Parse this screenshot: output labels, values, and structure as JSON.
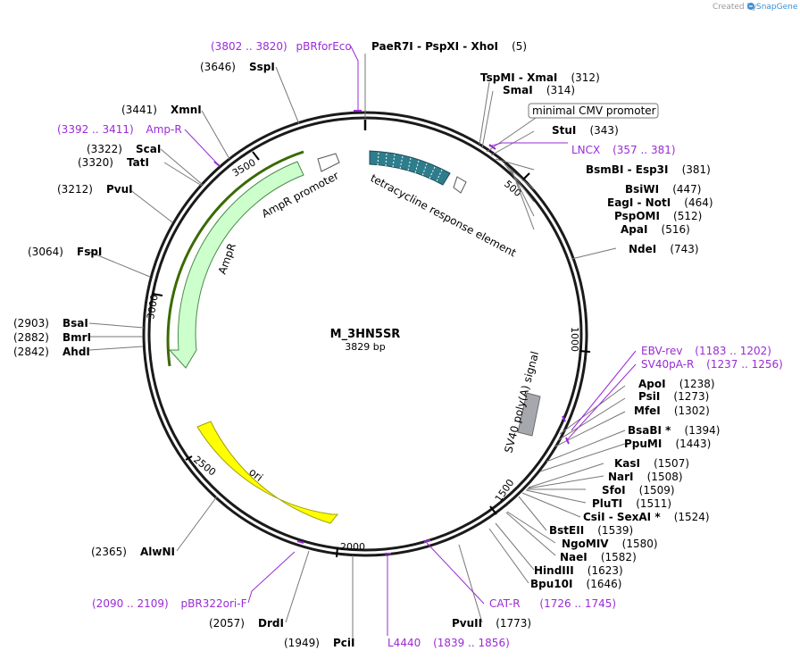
{
  "credit": {
    "prefix": "Created by",
    "brand": "SnapGene"
  },
  "plasmid": {
    "name": "M_3HN5SR",
    "length_label": "3829 bp"
  },
  "colors": {
    "backbone": "#1a1a1a",
    "primer": "#9a2bd6",
    "amp": "#ccffcc",
    "ori": "#ffff00",
    "tre": "#2e7d8c",
    "polyA": "#a6a8ad",
    "arrow_amp": "#4a7a00"
  },
  "ticks": [
    {
      "label": "500"
    },
    {
      "label": "1000"
    },
    {
      "label": "1500"
    },
    {
      "label": "2000"
    },
    {
      "label": "2500"
    },
    {
      "label": "3000"
    },
    {
      "label": "3500"
    }
  ],
  "features": {
    "tre": "tetracycline response element",
    "cmv": "minimal CMV promoter",
    "polyA": "SV40 poly(A) signal",
    "ori": "ori",
    "ampr": "AmpR",
    "ampr_promoter": "AmpR promoter"
  },
  "sites": [
    {
      "name": "PaeR7I  -  PspXI  -  XhoI",
      "pos": "(5)"
    },
    {
      "name": "TspMI  -  XmaI",
      "pos": "(312)"
    },
    {
      "name": "SmaI",
      "pos": "(314)"
    },
    {
      "name": "StuI",
      "pos": "(343)"
    },
    {
      "name": "BsmBI  -  Esp3I",
      "pos": "(381)"
    },
    {
      "name": "BsiWI",
      "pos": "(447)"
    },
    {
      "name": "EagI  -  NotI",
      "pos": "(464)"
    },
    {
      "name": "PspOMI",
      "pos": "(512)"
    },
    {
      "name": "ApaI",
      "pos": "(516)"
    },
    {
      "name": "NdeI",
      "pos": "(743)"
    },
    {
      "name": "ApoI",
      "pos": "(1238)"
    },
    {
      "name": "PsiI",
      "pos": "(1273)"
    },
    {
      "name": "MfeI",
      "pos": "(1302)"
    },
    {
      "name": "BsaBI *",
      "pos": "(1394)"
    },
    {
      "name": "PpuMI",
      "pos": "(1443)"
    },
    {
      "name": "KasI",
      "pos": "(1507)"
    },
    {
      "name": "NarI",
      "pos": "(1508)"
    },
    {
      "name": "SfoI",
      "pos": "(1509)"
    },
    {
      "name": "PluTI",
      "pos": "(1511)"
    },
    {
      "name": "CsiI  -  SexAI *",
      "pos": "(1524)"
    },
    {
      "name": "BstEII",
      "pos": "(1539)"
    },
    {
      "name": "NgoMIV",
      "pos": "(1580)"
    },
    {
      "name": "NaeI",
      "pos": "(1582)"
    },
    {
      "name": "HindIII",
      "pos": "(1623)"
    },
    {
      "name": "Bpu10I",
      "pos": "(1646)"
    },
    {
      "name": "PvuII",
      "pos": "(1773)"
    },
    {
      "name": "PciI",
      "pos": "(1949)"
    },
    {
      "name": "DrdI",
      "pos": "(2057)"
    },
    {
      "name": "AlwNI",
      "pos": "(2365)"
    },
    {
      "name": "AhdI",
      "pos": "(2842)"
    },
    {
      "name": "BmrI",
      "pos": "(2882)"
    },
    {
      "name": "BsaI",
      "pos": "(2903)"
    },
    {
      "name": "FspI",
      "pos": "(3064)"
    },
    {
      "name": "PvuI",
      "pos": "(3212)"
    },
    {
      "name": "TatI",
      "pos": "(3320)"
    },
    {
      "name": "ScaI",
      "pos": "(3322)"
    },
    {
      "name": "XmnI",
      "pos": "(3441)"
    },
    {
      "name": "SspI",
      "pos": "(3646)"
    }
  ],
  "primers": [
    {
      "range": "(3802 .. 3820)",
      "name": "pBRforEco"
    },
    {
      "range": "",
      "name": "LNCX",
      "range_after": "(357 .. 381)"
    },
    {
      "range": "",
      "name": "EBV-rev",
      "range_after": "(1183 .. 1202)"
    },
    {
      "range": "",
      "name": "SV40pA-R",
      "range_after": "(1237 .. 1256)"
    },
    {
      "range": "",
      "name": "CAT-R",
      "range_after": "(1726 .. 1745)"
    },
    {
      "range": "(1839 .. 1856)",
      "name": "L4440"
    },
    {
      "range": "(2090 .. 2109)",
      "name": "pBR322ori-F"
    },
    {
      "range": "(3392 .. 3411)",
      "name": "Amp-R"
    }
  ]
}
